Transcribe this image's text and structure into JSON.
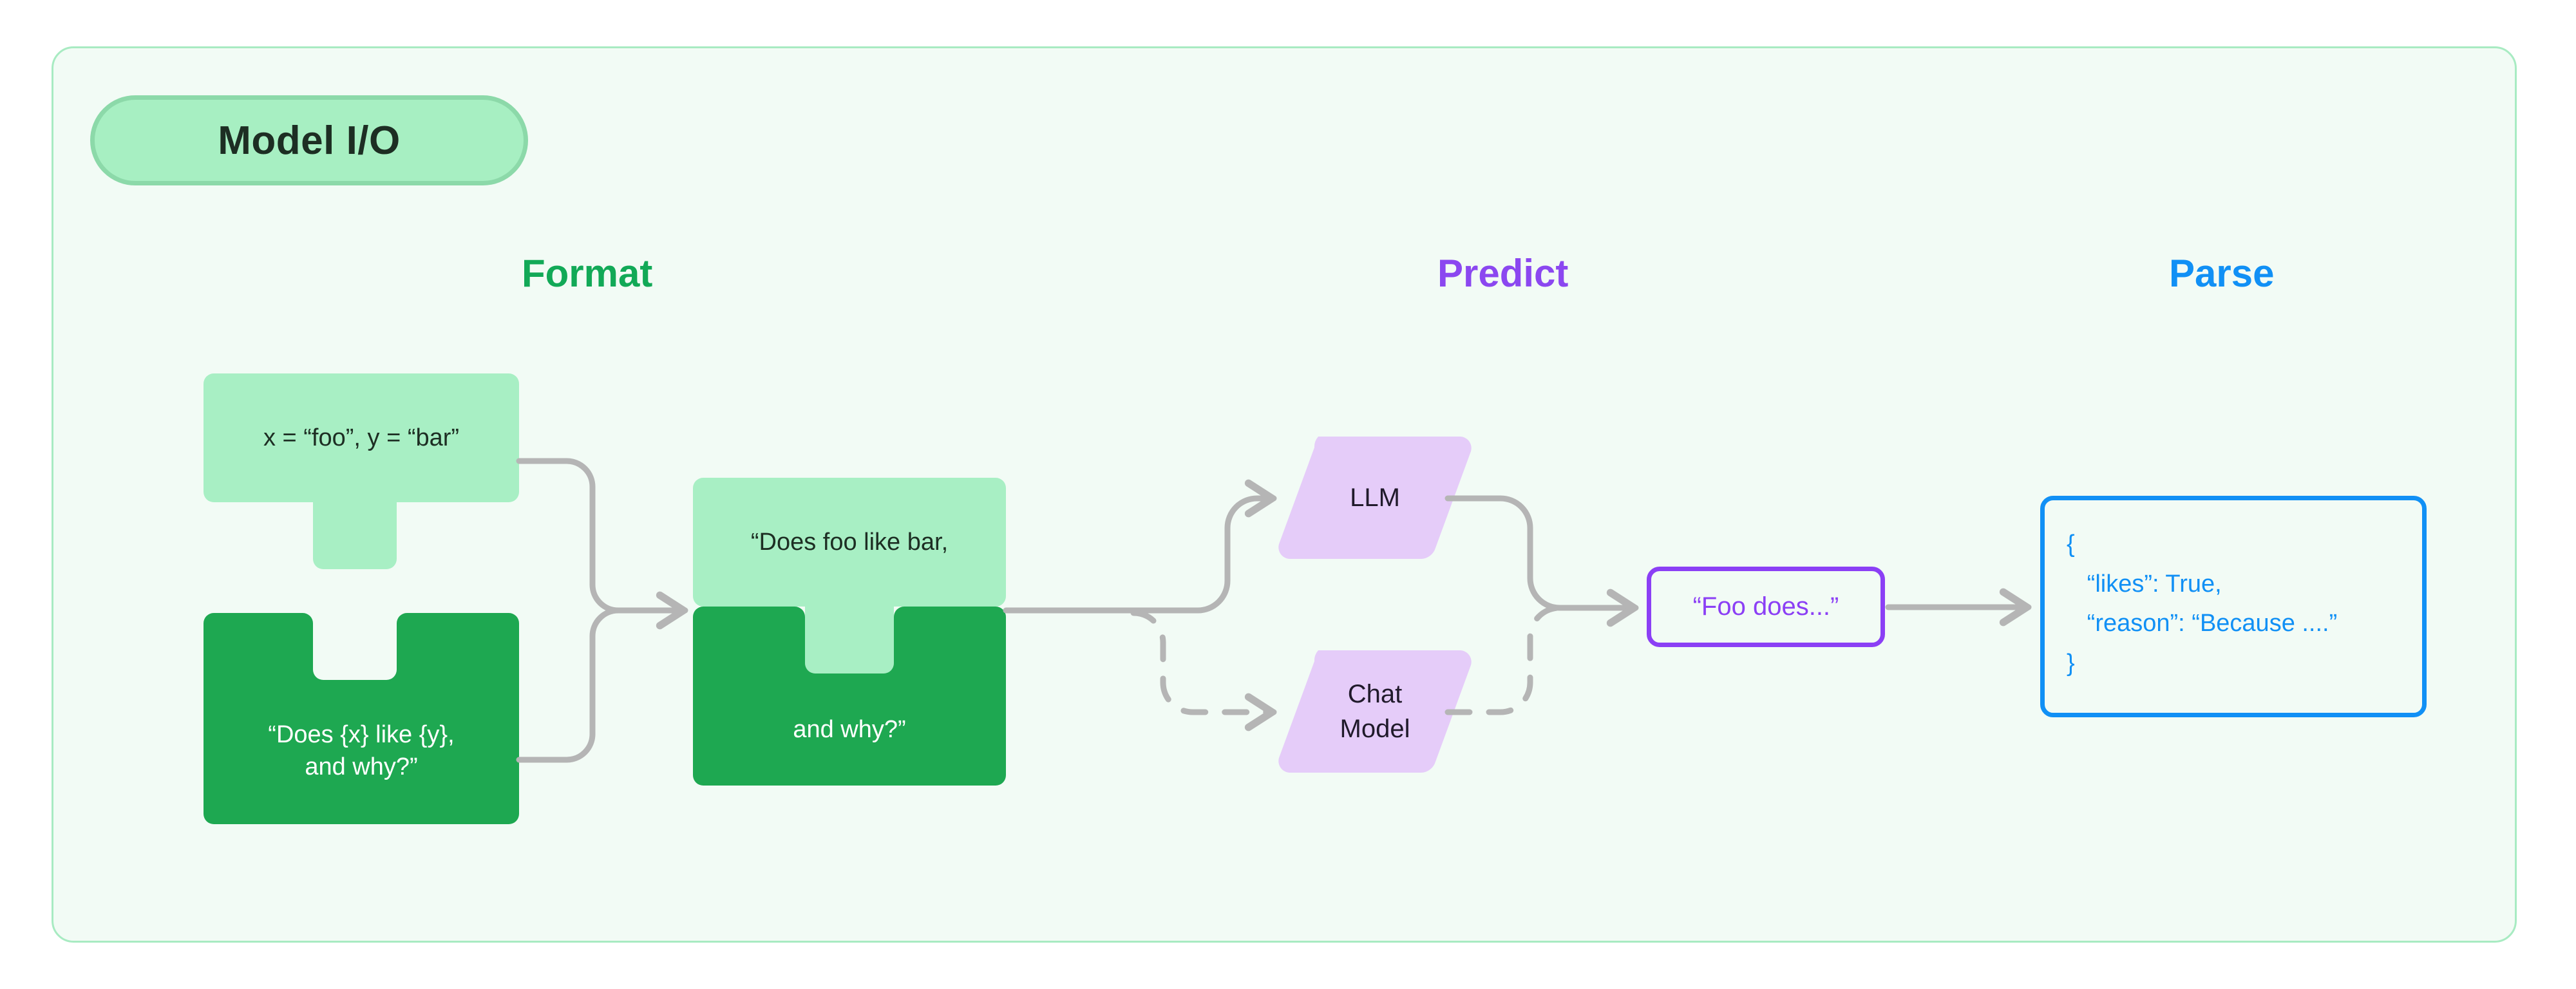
{
  "badge": {
    "label": "Model I/O"
  },
  "colors": {
    "container_bg": "#F2FBF5",
    "container_border": "#A8EBC2",
    "badge_bg": "#A7EFC2",
    "badge_border": "#8CD9A9",
    "format_green": "#12A957",
    "predict_purple": "#8B47F0",
    "parse_blue": "#1190F5",
    "block_light_green": "#A8EFC4",
    "block_dark_green": "#1EA851",
    "model_purple_fill": "#E5CCF9",
    "connector_gray": "#B5B5B5",
    "output_purple_border": "#8B3FF5",
    "json_blue_border": "#1190F5"
  },
  "sections": [
    {
      "id": "format",
      "label": "Format"
    },
    {
      "id": "predict",
      "label": "Predict"
    },
    {
      "id": "parse",
      "label": "Parse"
    }
  ],
  "format": {
    "variables_block": {
      "text": "x = “foo”, y = “bar”",
      "fill": "#A8EFC4",
      "shape": "puzzle-tab-bottom"
    },
    "template_block": {
      "text": "“Does {x} like {y},\nand why?”",
      "fill": "#1EA851",
      "shape": "puzzle-notch-top"
    },
    "combined_block": {
      "top_text": "“Does foo like bar,",
      "bottom_text": "and why?”",
      "top_fill": "#A8EFC4",
      "bottom_fill": "#1EA851",
      "shape": "puzzle-interlocked"
    }
  },
  "predict": {
    "models": [
      {
        "id": "llm",
        "label": "LLM",
        "fill": "#E5CCF9",
        "path_style": "solid"
      },
      {
        "id": "chat-model",
        "label": "Chat\nModel",
        "fill": "#E5CCF9",
        "path_style": "dashed"
      }
    ],
    "output": {
      "text": "“Foo does...”"
    }
  },
  "parse": {
    "json_lines": [
      "{",
      "   “likes”: True,",
      "   “reason”: “Because ....”",
      "}"
    ]
  }
}
